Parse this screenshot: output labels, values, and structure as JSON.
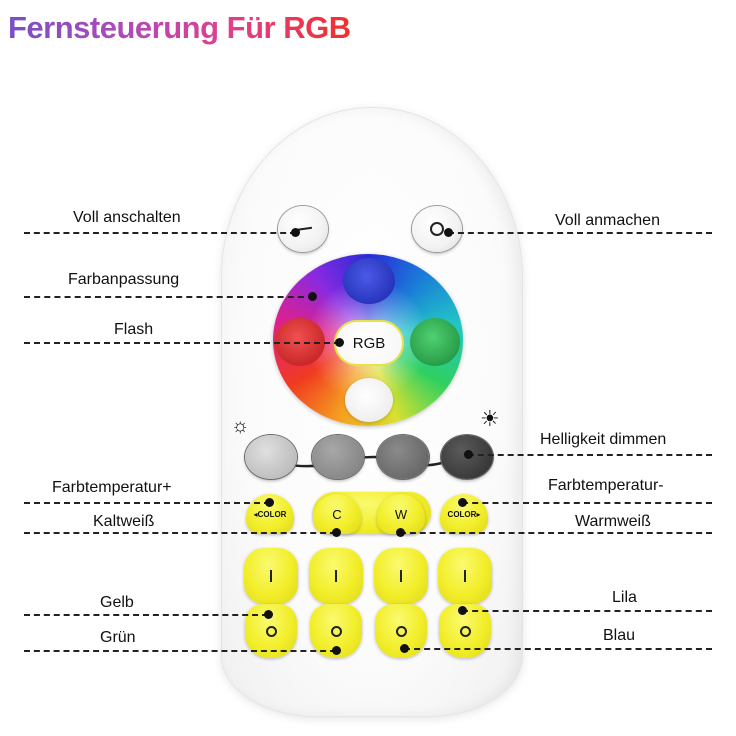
{
  "title": "Fernsteuerung Für RGB",
  "remote": {
    "wheel_center_label": "RGB",
    "temp_left_label": "COLOR",
    "temp_right_label": "COLOR",
    "cold_label": "C",
    "warm_label": "W"
  },
  "labels": {
    "power_on_left": "Voll anschalten",
    "power_on_right": "Voll anmachen",
    "color_adjust": "Farbanpassung",
    "flash": "Flash",
    "brightness_dim": "Helligkeit dimmen",
    "color_temp_plus": "Farbtemperatur+",
    "color_temp_minus": "Farbtemperatur-",
    "cold_white": "Kaltweiß",
    "warm_white": "Warmweiß",
    "yellow": "Gelb",
    "purple": "Lila",
    "green": "Grün",
    "blue": "Blau"
  },
  "colors": {
    "title_gradient": [
      "#7a4fc4",
      "#b04ab8",
      "#e0408a",
      "#f0302a"
    ],
    "button_yellow": "#f2ee2a",
    "wheel_blue": "#1a24a8",
    "wheel_red": "#b81818",
    "wheel_green": "#188838",
    "wheel_white": "#ffffff",
    "brightness_gray": [
      "#d0d0d0",
      "#9a9a9a",
      "#787878",
      "#444444"
    ]
  },
  "icons": {
    "power_left": "minus-icon",
    "power_right": "ring-icon",
    "bright_low": "sun-low-icon",
    "bright_high": "sun-high-icon"
  }
}
